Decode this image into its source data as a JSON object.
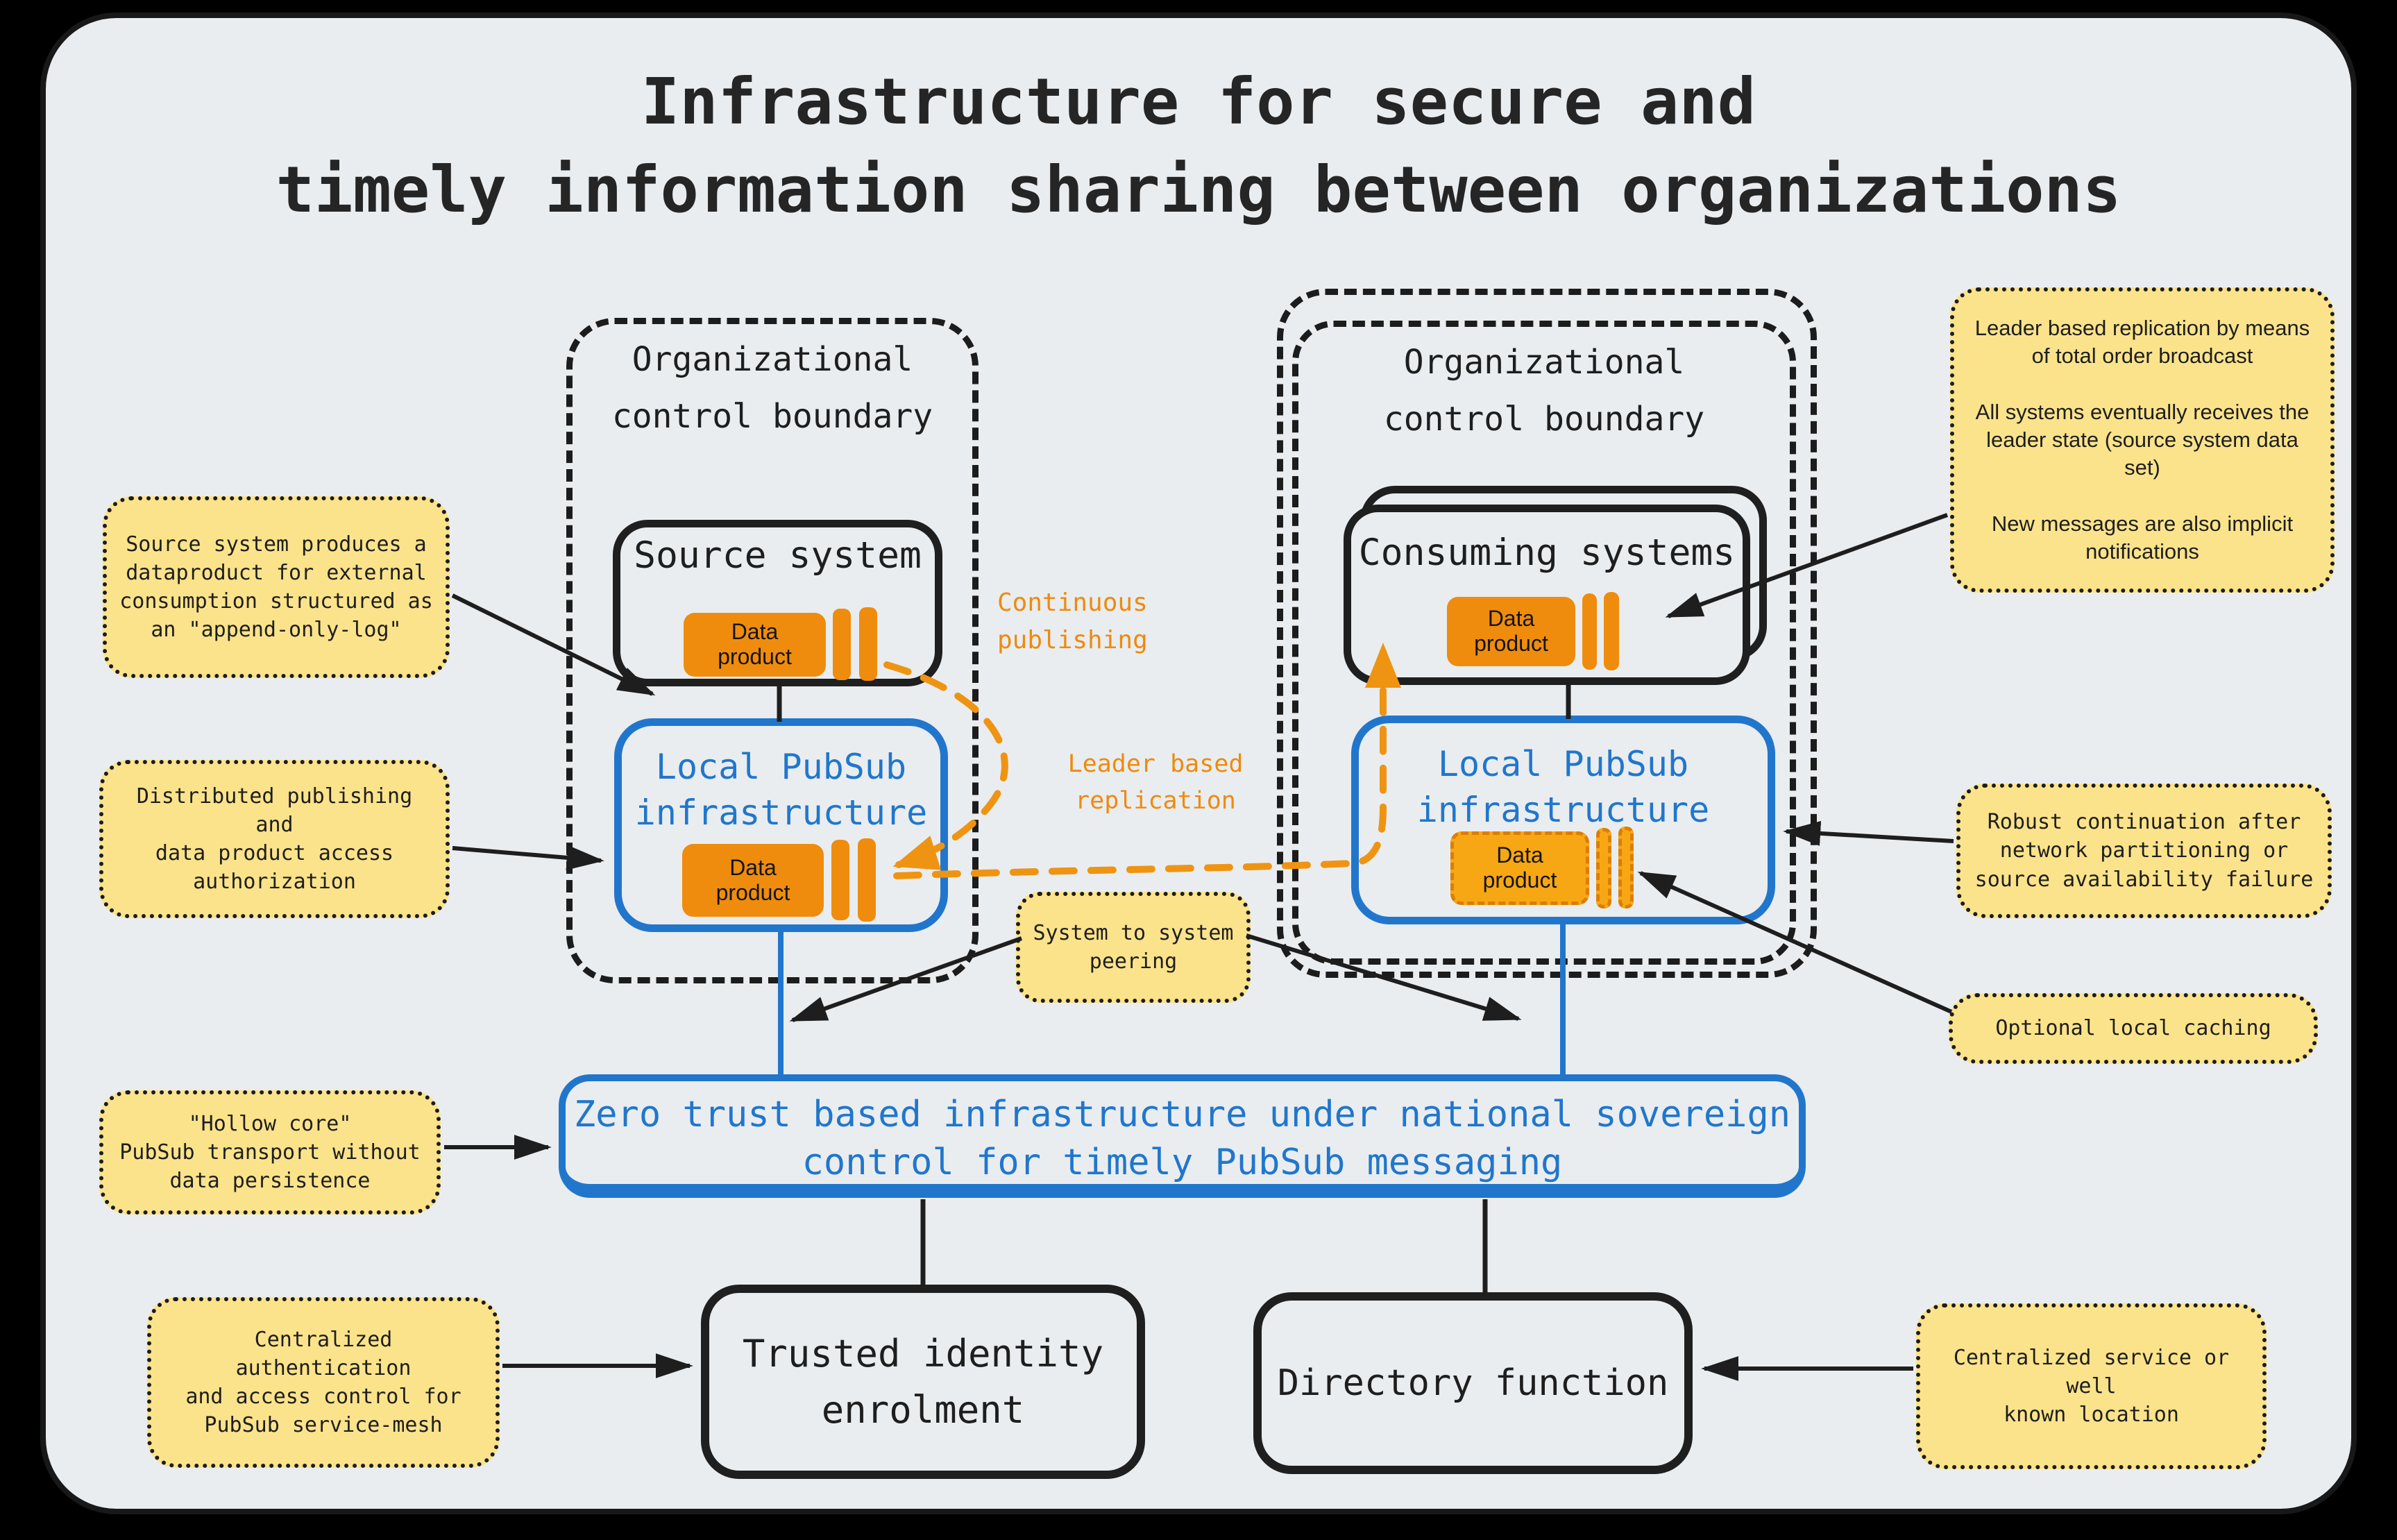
{
  "colors": {
    "background": "#000000",
    "panel": "#e9edf0",
    "ink": "#1e1e1e",
    "blue": "#2176cc",
    "orange": "#ef8c0e",
    "orange_dashed": "#ef9412",
    "orange_light": "#f7a714",
    "note_yellow": "#fbe38b"
  },
  "title": "Infrastructure for secure and\ntimely information sharing between organizations",
  "boundary_label": "Organizational\ncontrol boundary",
  "boxes": {
    "source_system": "Source system",
    "consuming_systems": "Consuming systems",
    "local_pubsub": "Local PubSub\ninfrastructure",
    "zero_trust": "Zero trust based infrastructure under national sovereign\ncontrol for timely PubSub messaging",
    "trusted_identity": "Trusted identity\nenrolment",
    "directory_function": "Directory function"
  },
  "data_product_label": "Data\nproduct",
  "flow_labels": {
    "continuous_publishing": "Continuous\npublishing",
    "leader_replication": "Leader based\nreplication"
  },
  "notes": {
    "source_produces": "Source system produces a\ndataproduct for external\nconsumption structured as\nan \"append-only-log\"",
    "distributed_publishing": "Distributed publishing and\ndata product access\nauthorization",
    "hollow_core": "\"Hollow core\"\nPubSub transport without\ndata persistence",
    "centralized_auth": "Centralized authentication\nand access control for\nPubSub service-mesh",
    "leader_broadcast": "Leader based replication by means\nof total order broadcast\n\nAll systems eventually receives the\nleader state (source system data\nset)\n\nNew messages are also implicit\nnotifications",
    "robust_continuation": "Robust continuation after\nnetwork partitioning or\nsource availability failure",
    "optional_caching": "Optional local caching",
    "system_peering": "System to system\npeering",
    "centralized_service": "Centralized service or well\nknown location"
  }
}
